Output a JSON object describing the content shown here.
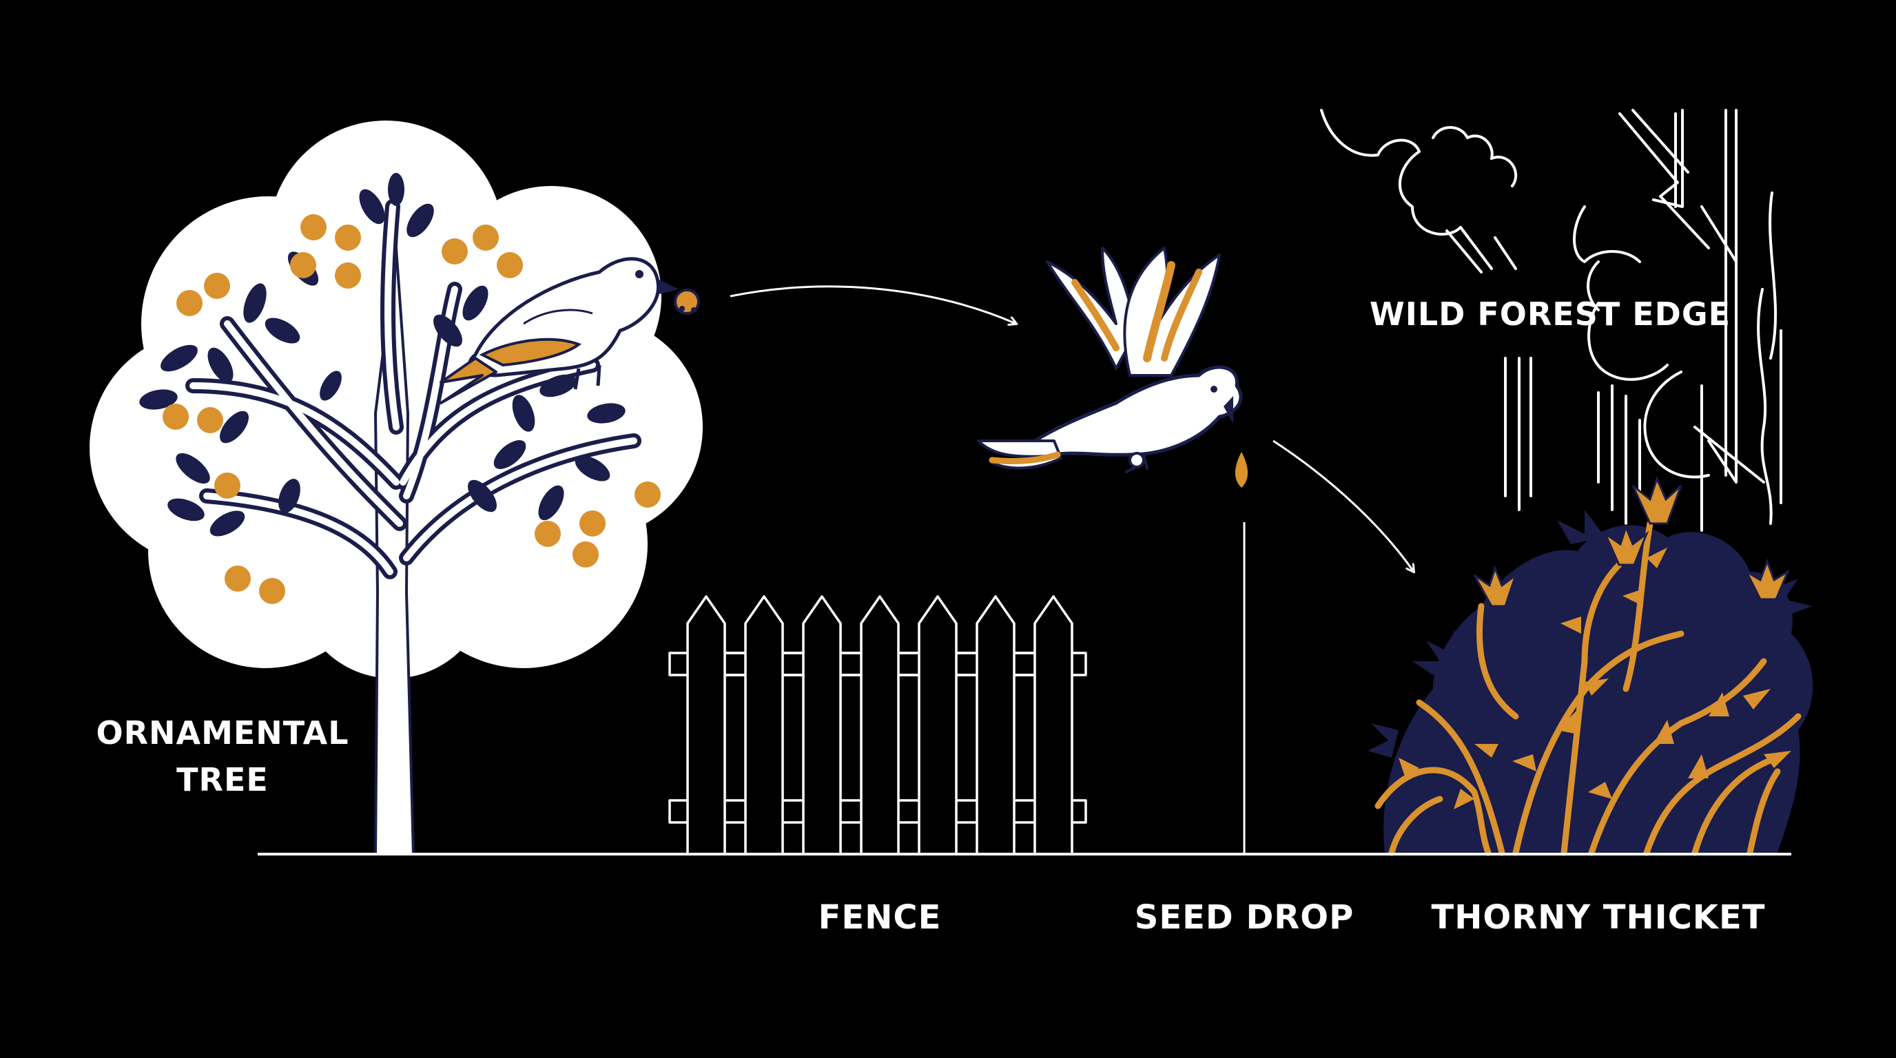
{
  "labels": {
    "ornamental_tree_line1": "ORNAMENTAL",
    "ornamental_tree_line2": "TREE",
    "fence": "FENCE",
    "seed_drop": "SEED DROP",
    "thorny_thicket": "THORNY THICKET",
    "wild_forest_edge": "WILD FOREST EDGE"
  },
  "colors": {
    "background": "#000000",
    "line": "#ffffff",
    "navy": "#1b1d4a",
    "orange": "#d9922e"
  },
  "icons": {
    "tree": "ornamental-tree-icon",
    "perched_bird": "perched-bird-icon",
    "flying_bird": "flying-bird-icon",
    "fence": "picket-fence-icon",
    "seed": "seed-icon",
    "thicket": "thorny-thicket-icon",
    "forest": "forest-edge-icon"
  }
}
